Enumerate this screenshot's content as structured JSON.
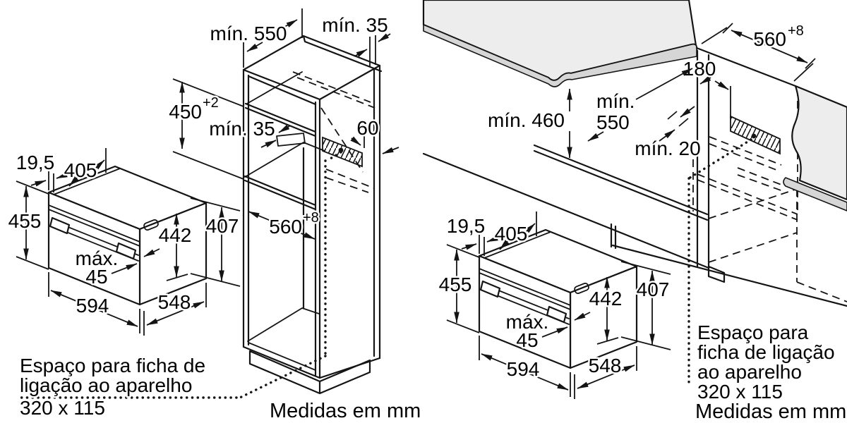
{
  "page": {
    "background": "#ffffff",
    "line_color": "#141414",
    "counter_fill": "#ededed",
    "counter_edge_fill": "#d6d6d6"
  },
  "shared_oven_dims": {
    "door_thickness": "19,5",
    "depth_behind_door": "405",
    "total_height": "455",
    "body_height": "442",
    "rear_height": "407",
    "door_protrusion_label": "máx.",
    "door_protrusion_value": "45",
    "width": "594",
    "body_depth": "548"
  },
  "left_diagram": {
    "title": "tall cabinet installation",
    "labels": {
      "niche_depth_min": "mín. 550",
      "rear_gap_min": "mín. 35",
      "niche_height": "450",
      "niche_height_tolerance": "+2",
      "shelf_gap_min": "mín. 35",
      "vent_width": "60",
      "niche_width": "560",
      "niche_width_tolerance": "+8"
    },
    "connection_note": {
      "line1": "Espaço para ficha de",
      "line2": "ligação ao aparelho",
      "line3": "320 x 115"
    },
    "units_note": "Medidas em mm"
  },
  "right_diagram": {
    "title": "under-counter installation",
    "labels": {
      "niche_height_min": "mín. 460",
      "niche_width": "560",
      "niche_width_tolerance": "+8",
      "socket_distance": "180",
      "niche_depth_min_line1": "mín.",
      "niche_depth_min_line2": "550",
      "rear_gap_min": "mín. 20"
    },
    "connection_note": {
      "line1": "Espaço para",
      "line2": "ficha de ligação",
      "line3": "ao aparelho",
      "line4": "320 x 115"
    },
    "units_note": "Medidas em mm"
  }
}
